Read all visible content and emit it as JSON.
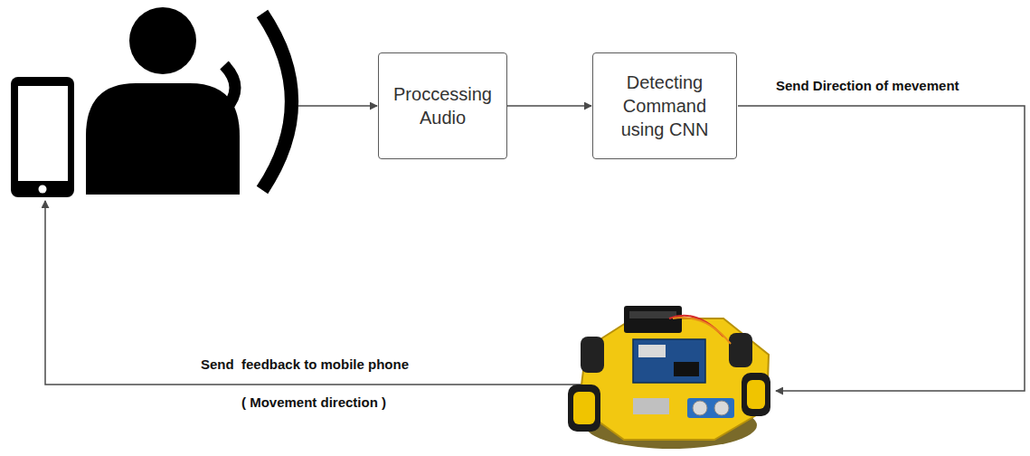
{
  "diagram": {
    "nodes": [
      {
        "text": [
          "Proccessing Audio"
        ]
      },
      {
        "text": [
          "Detecting Command using CNN"
        ]
      }
    ],
    "edges": [
      {
        "from": 0,
        "to": 1,
        "arrow": "to"
      }
    ],
    "labels": [
      "Send Direction of mevement",
      "Send  feedback to mobile phone",
      "( Movement direction )"
    ]
  }
}
